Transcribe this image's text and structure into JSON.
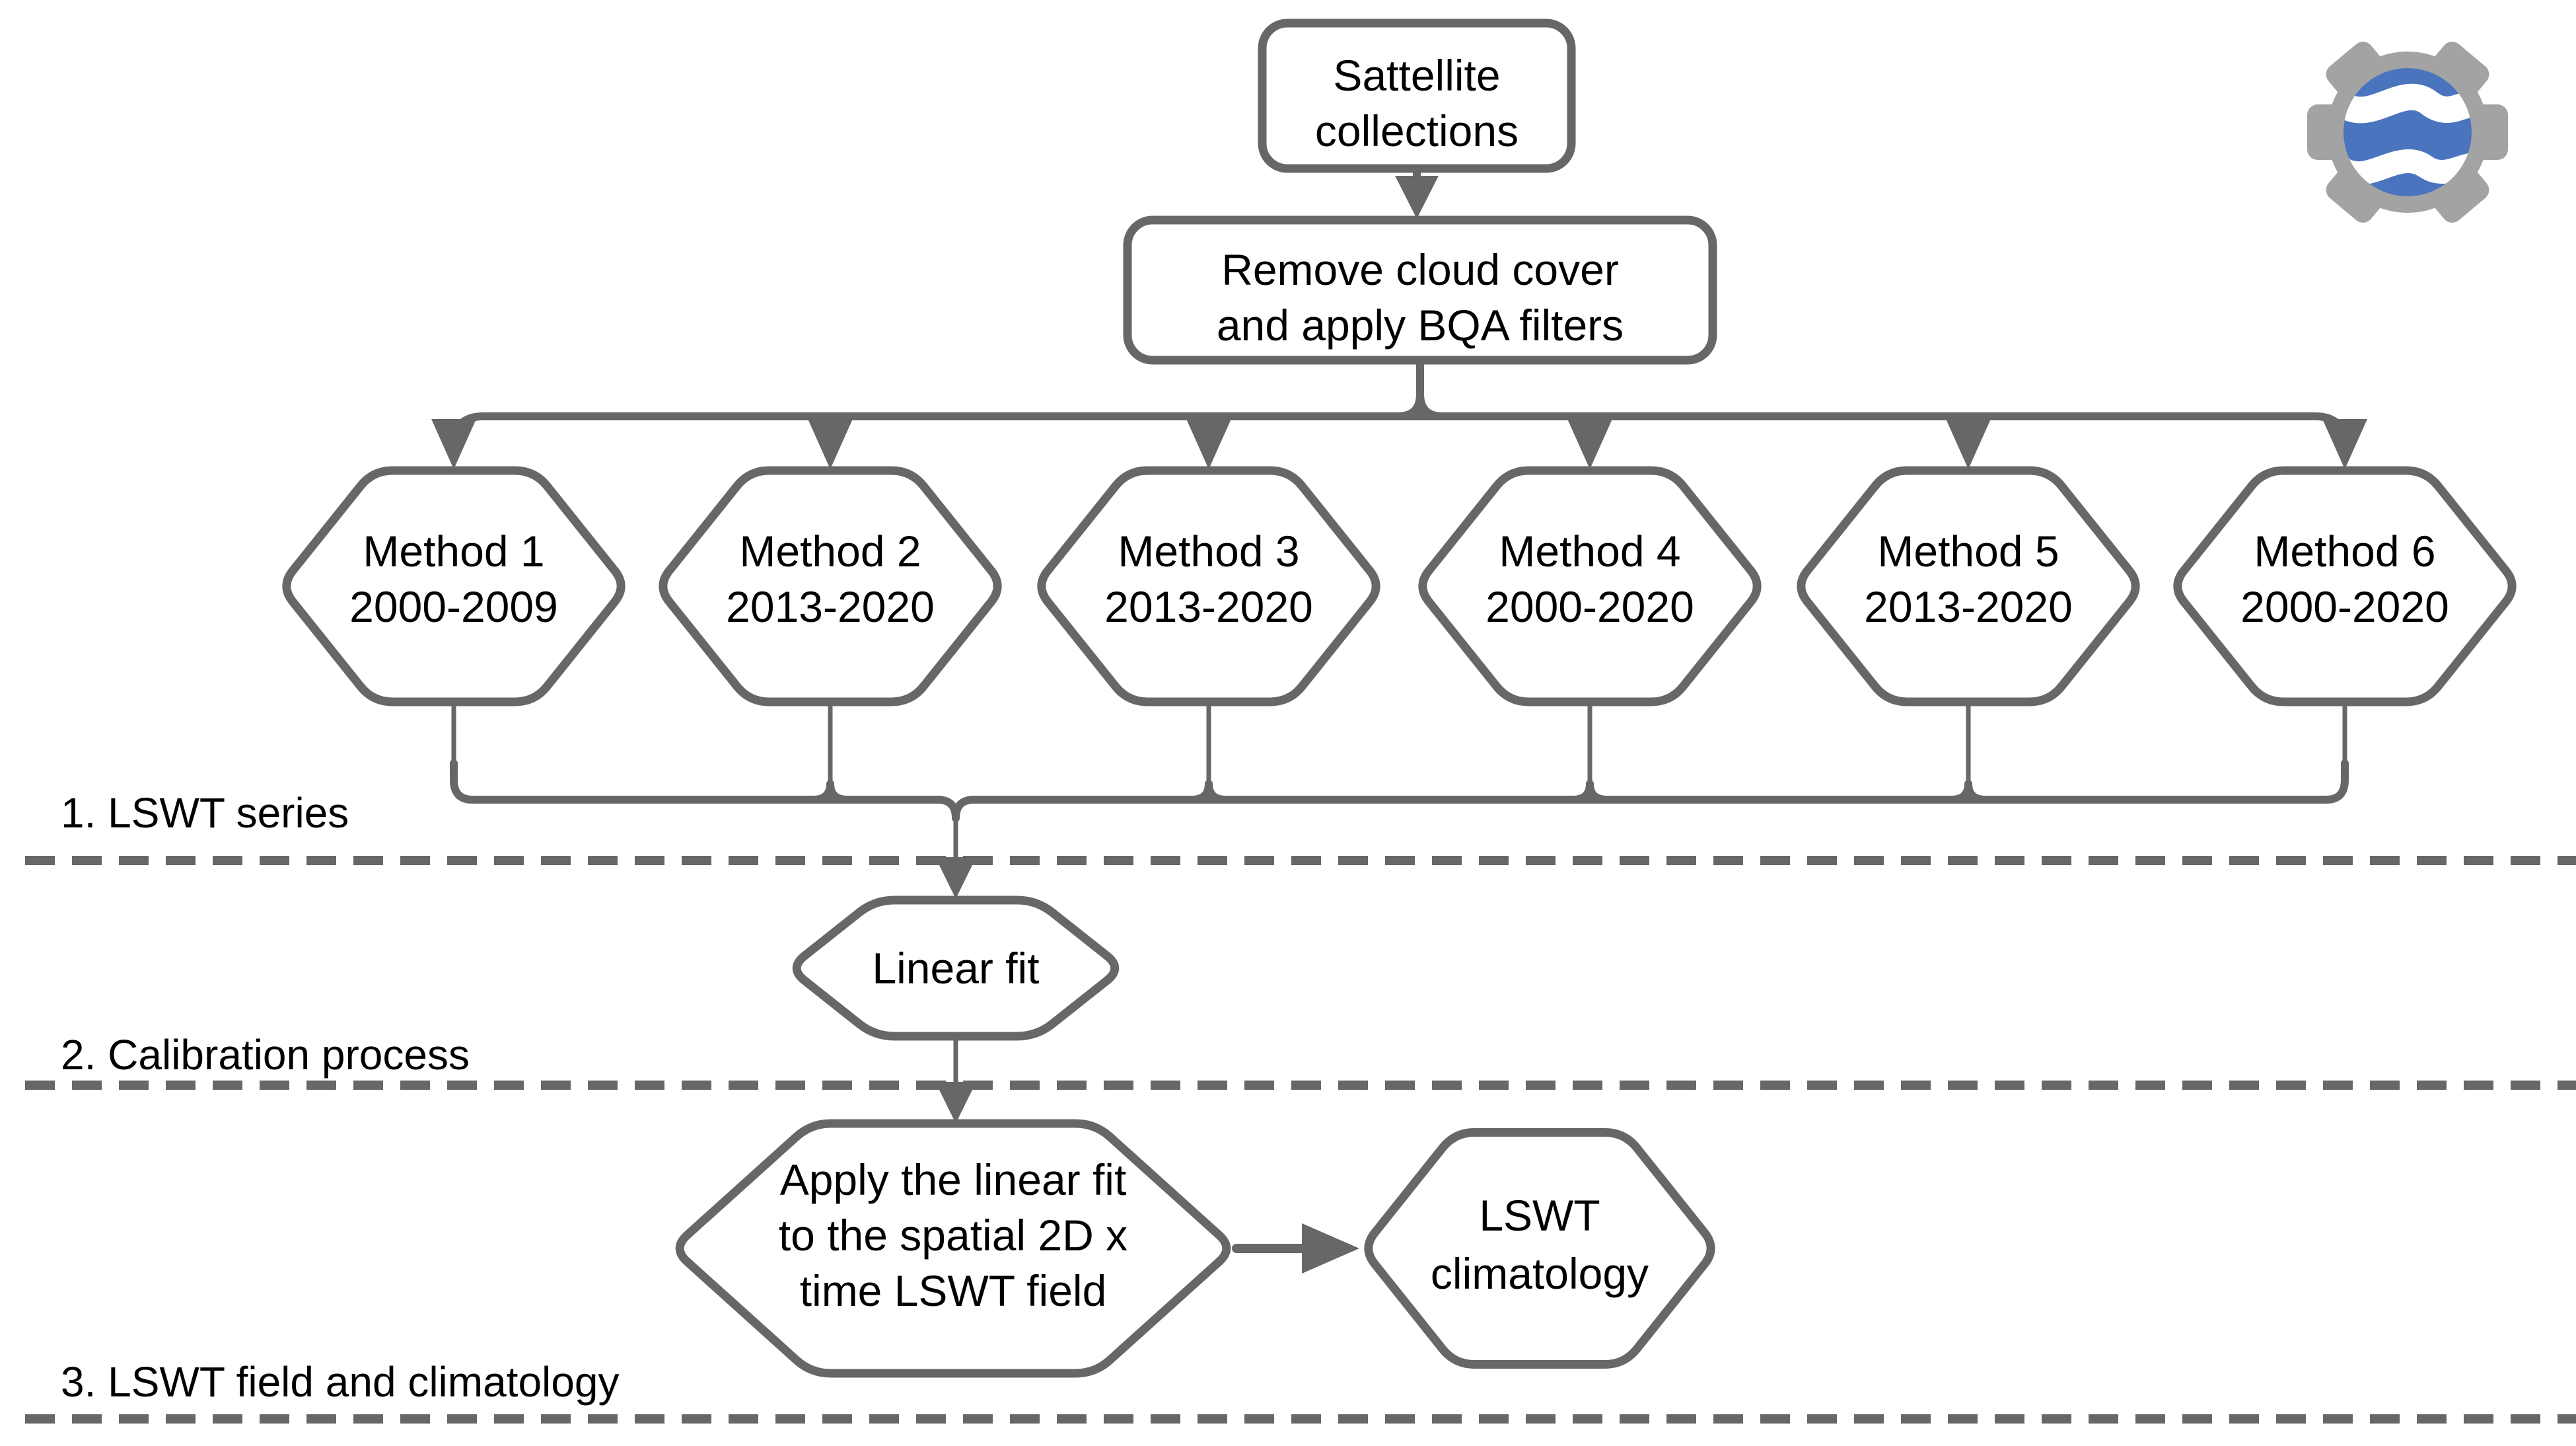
{
  "colors": {
    "line": "#676767",
    "dashed": "#676767",
    "node_fill": "#ffffff",
    "text": "#000000",
    "gear_gray": "#a3a3a3",
    "globe_blue": "#4b74bf",
    "globe_white": "#ffffff"
  },
  "nodes": {
    "satellite": {
      "line1": "Sattellite",
      "line2": "collections"
    },
    "remove_cloud": {
      "line1": "Remove cloud cover",
      "line2": "and apply BQA filters"
    },
    "methods": [
      {
        "name": "Method 1",
        "period": "2000-2009"
      },
      {
        "name": "Method 2",
        "period": "2013-2020"
      },
      {
        "name": "Method 3",
        "period": "2013-2020"
      },
      {
        "name": "Method 4",
        "period": "2000-2020"
      },
      {
        "name": "Method 5",
        "period": "2013-2020"
      },
      {
        "name": "Method 6",
        "period": "2000-2020"
      }
    ],
    "linear_fit": {
      "label": "Linear fit"
    },
    "apply_fit": {
      "line1": "Apply the linear fit",
      "line2": "to the spatial 2D x",
      "line3": "time LSWT field"
    },
    "climatology": {
      "line1": "LSWT",
      "line2": "climatology"
    }
  },
  "sections": [
    {
      "label": "1. LSWT series"
    },
    {
      "label": "2. Calibration process"
    },
    {
      "label": "3. LSWT field and climatology"
    }
  ],
  "logo": {
    "icon": "google-earth-engine-gear-globe"
  }
}
